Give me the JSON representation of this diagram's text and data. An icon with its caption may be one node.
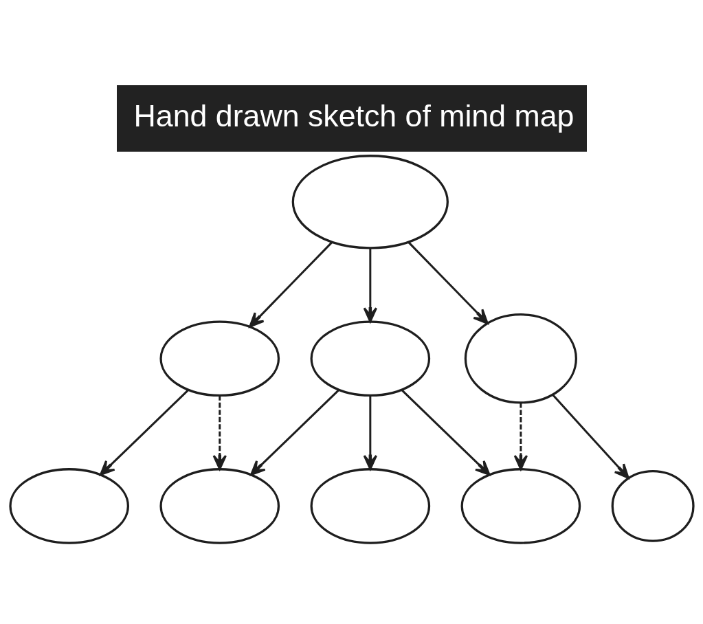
{
  "diagram": {
    "title": "Hand drawn sketch of mind map",
    "nodes": [
      {
        "text": [],
        "shape": "ellipse"
      },
      {
        "text": [],
        "shape": "ellipse"
      },
      {
        "text": [],
        "shape": "ellipse"
      },
      {
        "text": [],
        "shape": "ellipse"
      },
      {
        "text": [],
        "shape": "ellipse"
      },
      {
        "text": [],
        "shape": "ellipse"
      },
      {
        "text": [],
        "shape": "ellipse"
      },
      {
        "text": [],
        "shape": "ellipse"
      },
      {
        "text": [],
        "shape": "ellipse"
      }
    ],
    "edges": [
      {
        "from": 0,
        "to": 1,
        "arrow": "to"
      },
      {
        "from": 0,
        "to": 2,
        "arrow": "to"
      },
      {
        "from": 0,
        "to": 3,
        "arrow": "to"
      },
      {
        "from": 1,
        "to": 4,
        "arrow": "to"
      },
      {
        "from": 1,
        "to": 5,
        "arrow": "to",
        "style": "dashed"
      },
      {
        "from": 2,
        "to": 5,
        "arrow": "to"
      },
      {
        "from": 2,
        "to": 6,
        "arrow": "to"
      },
      {
        "from": 2,
        "to": 7,
        "arrow": "to"
      },
      {
        "from": 3,
        "to": 7,
        "arrow": "to",
        "style": "dashed"
      },
      {
        "from": 3,
        "to": 8,
        "arrow": "to"
      }
    ]
  }
}
